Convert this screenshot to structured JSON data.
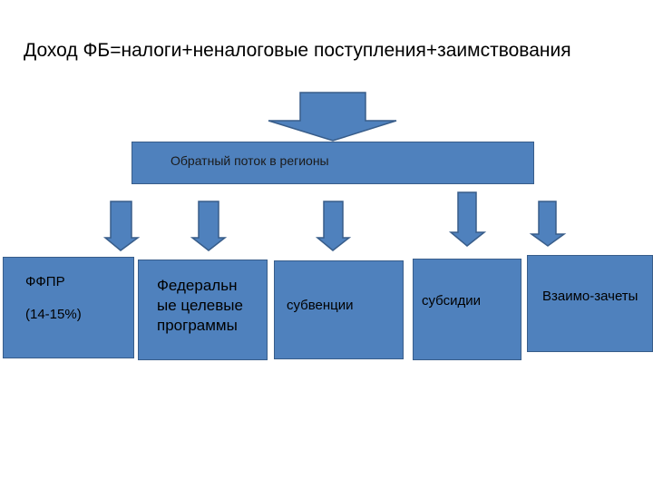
{
  "title": "Доход ФБ=налоги+неналоговые поступления+заимствования",
  "banner": {
    "label": "Обратный поток в регионы"
  },
  "boxes": [
    {
      "lines": [
        "ФФПР",
        "(14-15%)"
      ]
    },
    {
      "lines": [
        "Федеральн",
        "ые целевые",
        "программы"
      ]
    },
    {
      "lines": [
        "субвенции"
      ]
    },
    {
      "lines": [
        "субсидии"
      ]
    },
    {
      "lines": [
        "Взаимо-зачеты"
      ]
    }
  ],
  "colors": {
    "fill": "#4f81bd",
    "stroke": "#385d8a"
  }
}
